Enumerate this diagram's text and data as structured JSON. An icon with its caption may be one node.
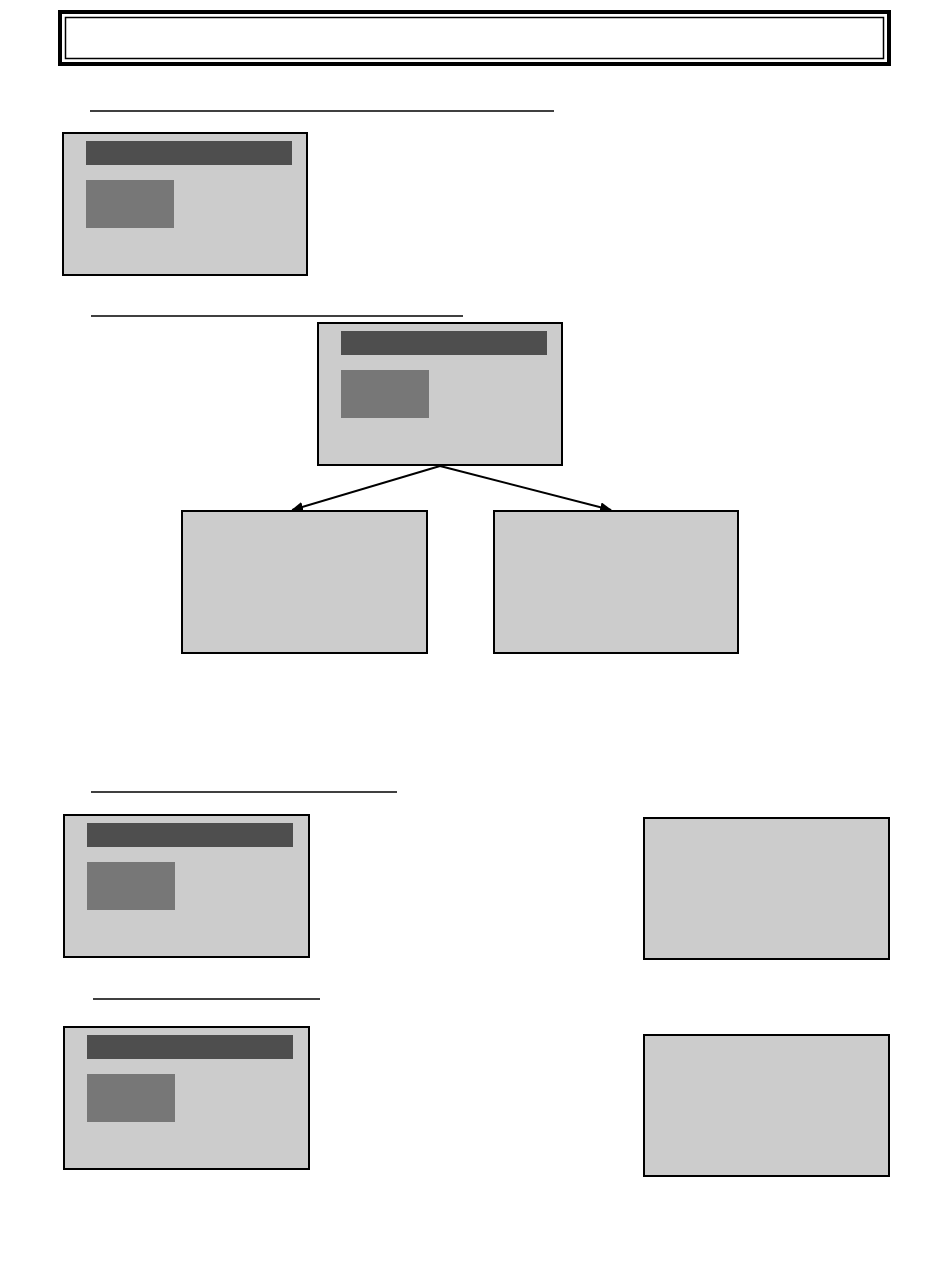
{
  "diagram": {
    "nodes": [
      {
        "text": [],
        "shape": "box"
      },
      {
        "text": [],
        "shape": "box"
      },
      {
        "text": [],
        "shape": "box"
      },
      {
        "text": [],
        "shape": "box"
      },
      {
        "text": [],
        "shape": "box"
      },
      {
        "text": [],
        "shape": "box"
      },
      {
        "text": [],
        "shape": "box"
      },
      {
        "text": [],
        "shape": "box"
      }
    ],
    "edges": [
      {
        "from": 1,
        "to": 2,
        "arrow": "to"
      },
      {
        "from": 1,
        "to": 3,
        "arrow": "to"
      }
    ]
  }
}
